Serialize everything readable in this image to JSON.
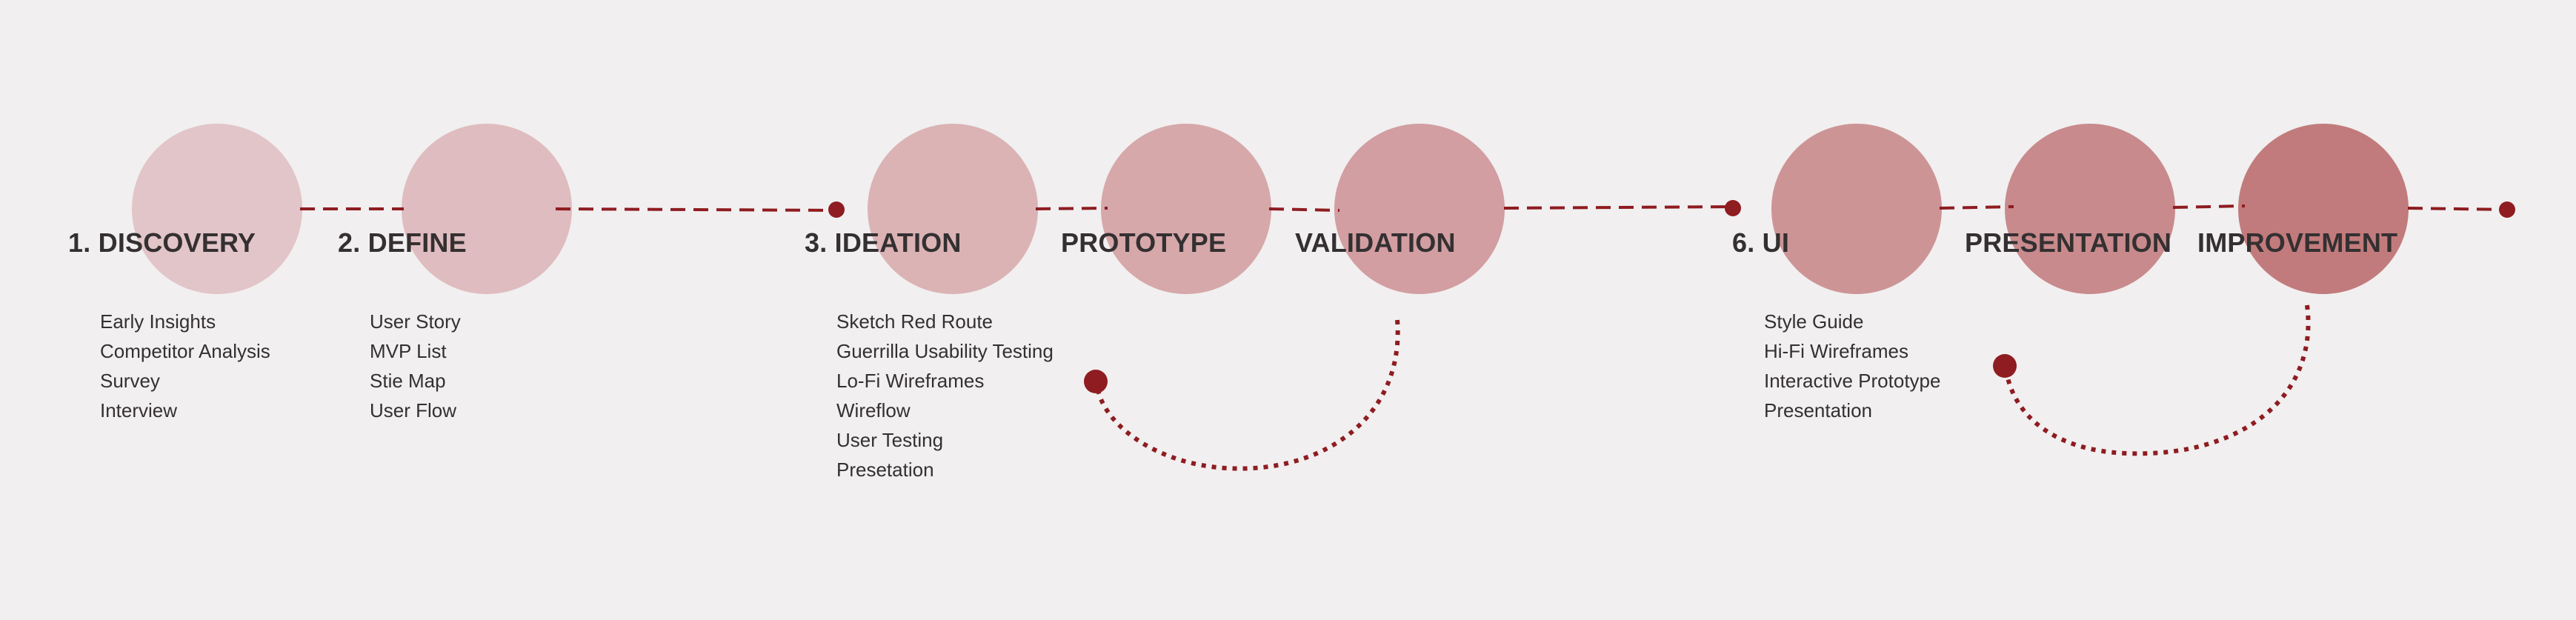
{
  "colors": {
    "background": "#f1eff0",
    "accent": "#8e1c20",
    "text": "#343032",
    "circle_fills": [
      "#e2c5c8",
      "#dfbcbf",
      "#dbb3b5",
      "#d6a8aa",
      "#d29ea1",
      "#cd9496",
      "#c88a8c",
      "#c27b7c"
    ]
  },
  "stages": [
    {
      "title": "1. DISCOVERY",
      "tasks": [
        "Early Insights",
        "Competitor Analysis",
        "Survey",
        "Interview"
      ]
    },
    {
      "title": "2. DEFINE",
      "tasks": [
        "User Story",
        "MVP List",
        "Stie Map",
        "User Flow"
      ]
    },
    {
      "title": "3. IDEATION",
      "tasks": [
        "Sketch Red Route",
        "Guerrilla Usability Testing",
        "Lo-Fi Wireframes",
        "Wireflow",
        "User Testing",
        "Presetation"
      ]
    },
    {
      "title": "PROTOTYPE",
      "tasks": []
    },
    {
      "title": "VALIDATION",
      "tasks": []
    },
    {
      "title": "6. UI",
      "tasks": [
        "Style Guide",
        "Hi-Fi Wireframes",
        "Interactive Prototype",
        "Presentation"
      ]
    },
    {
      "title": "PRESENTATION",
      "tasks": []
    },
    {
      "title": "IMPROVEMENT",
      "tasks": []
    }
  ]
}
